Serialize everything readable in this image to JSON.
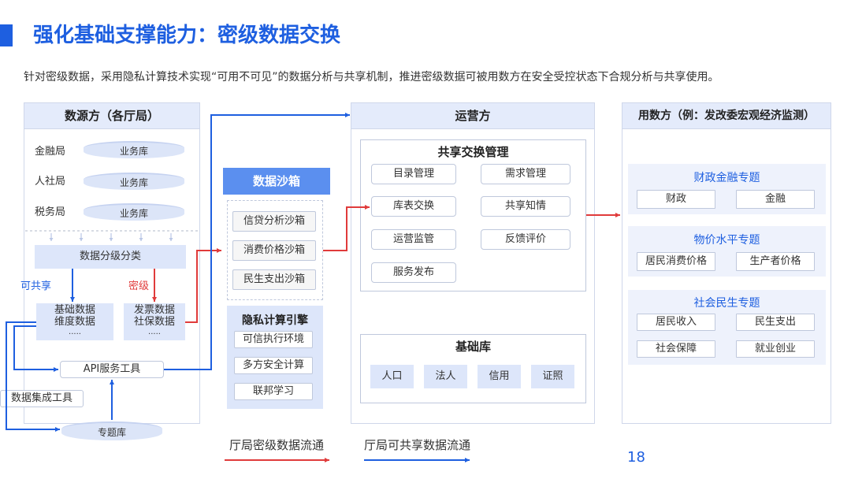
{
  "title": "强化基础支撑能力：密级数据交换",
  "subtitle": "针对密级数据，采用隐私计算技术实现“可用不可见”的数据分析与共享机制，推进密级数据可被用数方在安全受控状态下合规分析与共享使用。",
  "source": {
    "header": "数源方（各厅局）",
    "departments": [
      {
        "name": "金融局",
        "db": "业务库"
      },
      {
        "name": "人社局",
        "db": "业务库"
      },
      {
        "name": "税务局",
        "db": "业务库"
      }
    ],
    "classify": "数据分级分类",
    "shareable_label": "可共享",
    "secret_label": "密级",
    "shareable_data": [
      "基础数据",
      "维度数据",
      "....."
    ],
    "secret_data": [
      "发票数据",
      "社保数据",
      "....."
    ],
    "api_tool": "API服务工具",
    "integration_tool": "数据集成工具",
    "topic_db": "专题库"
  },
  "sandbox": {
    "header": "数据沙箱",
    "items": [
      "信贷分析沙箱",
      "消费价格沙箱",
      "民生支出沙箱"
    ],
    "engine_title": "隐私计算引擎",
    "engine_items": [
      "可信执行环境",
      "多方安全计算",
      "联邦学习"
    ]
  },
  "operator": {
    "header": "运营方",
    "exchange_title": "共享交换管理",
    "exchange_items": [
      "目录管理",
      "需求管理",
      "库表交换",
      "共享知情",
      "运营监管",
      "反馈评价",
      "服务发布"
    ],
    "base_title": "基础库",
    "base_items": [
      "人口",
      "法人",
      "信用",
      "证照"
    ]
  },
  "consumer": {
    "header": "用数方（例：发改委宏观经济监测）",
    "topics": [
      {
        "title": "财政金融专题",
        "items": [
          "财政",
          "金融"
        ]
      },
      {
        "title": "物价水平专题",
        "items": [
          "居民消费价格",
          "生产者价格"
        ]
      },
      {
        "title": "社会民生专题",
        "items": [
          "居民收入",
          "民生支出",
          "社会保障",
          "就业创业"
        ]
      }
    ]
  },
  "legend": {
    "secret_flow": "厅局密级数据流通",
    "share_flow": "厅局可共享数据流通"
  },
  "page_number": "18",
  "colors": {
    "accent": "#1e5fe0",
    "secret": "#e03b3b",
    "share": "#1e5fe0"
  }
}
